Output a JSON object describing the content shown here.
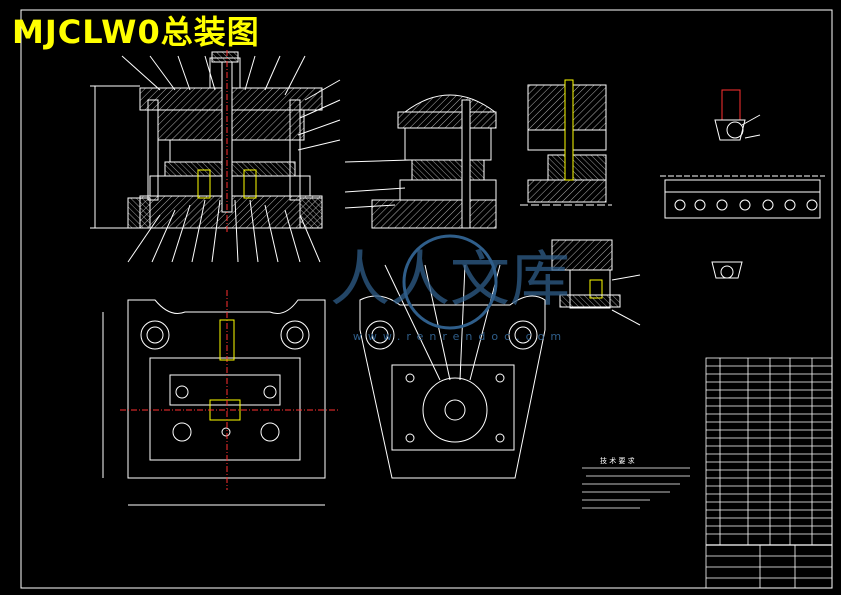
{
  "drawing": {
    "title": "MJCLW0总装图",
    "watermark_text": "人人文库",
    "watermark_url": "www.renrendoc.com",
    "tech_requirements_heading": "技 术 要 求",
    "colors": {
      "background": "#000000",
      "outline": "#ffffff",
      "accent": "#ffff00",
      "hatch": "#dcdcdc",
      "leader": "#ffffff",
      "center_line": "#ff3030",
      "watermark": "#2f5e8a"
    }
  }
}
